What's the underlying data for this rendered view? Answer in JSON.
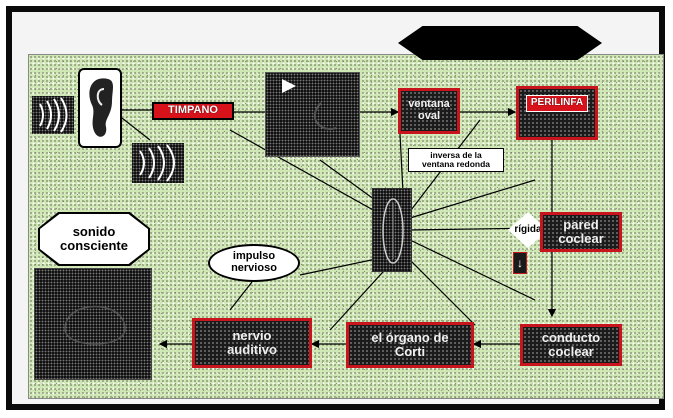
{
  "nodes": {
    "timpano": "TIMPANO",
    "ventana_oval": "ventana\noval",
    "perilinfa": "PERILINFA",
    "inversa": "inversa de la\nventana redonda",
    "pared_coclear": "pared\ncoclear",
    "rigida": "rígida",
    "conducto_coclear": "conducto\ncoclear",
    "organo_corti": "el órgano de\nCorti",
    "nervio_auditivo": "nervio\nauditivo",
    "impulso_nervioso": "impulso\nnervioso",
    "sonido_consciente": "sonido\nconsciente"
  },
  "colors": {
    "accent_red": "#d8121a",
    "background_speckle": "#cfe6b5",
    "dark_box": "#1b1b1b"
  },
  "icons": [
    "sound-waves-icon",
    "ear-icon",
    "eardrum-image",
    "cochlea-image",
    "brain-image",
    "play-triangle-icon",
    "down-arrow-icon"
  ]
}
